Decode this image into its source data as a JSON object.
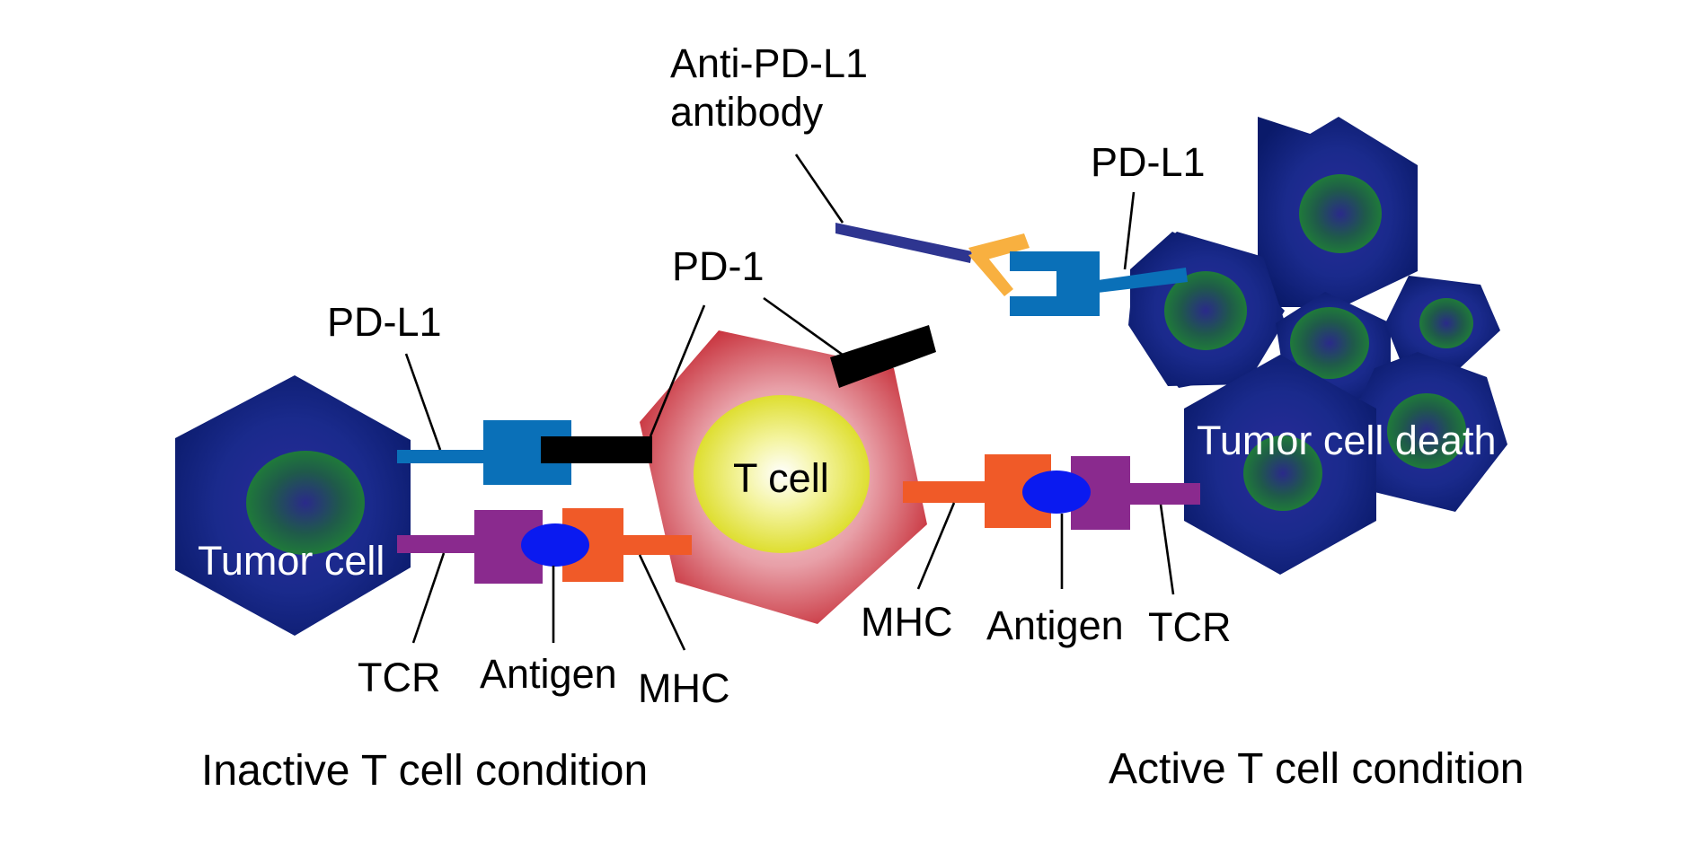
{
  "labels": {
    "anti_pdl1": [
      "Anti-PD-L1",
      "antibody"
    ],
    "pdl1_top": "PD-L1",
    "pdl1_left": "PD-L1",
    "pd1": "PD-1",
    "t_cell": "T cell",
    "tumor_cell": "Tumor cell",
    "tumor_cell_death": "Tumor cell death",
    "left_tcr": "TCR",
    "left_antigen": "Antigen",
    "left_mhc": "MHC",
    "right_mhc": "MHC",
    "right_antigen": "Antigen",
    "right_tcr": "TCR",
    "inactive_condition": "Inactive T cell condition",
    "active_condition": "Active T cell condition"
  },
  "colors": {
    "tumor_outer": "#1a2a8c",
    "tumor_inner": "#1f6e3a",
    "t_cell_outer": "#c8323c",
    "t_cell_nucleus": "#e8e840",
    "pdl1": "#0a70b8",
    "pd1": "#000000",
    "tcr": "#8a2a8e",
    "mhc": "#f05a28",
    "antigen": "#0a1af0",
    "antibody_stem": "#2e3590",
    "antibody_arms": "#f8b040"
  }
}
